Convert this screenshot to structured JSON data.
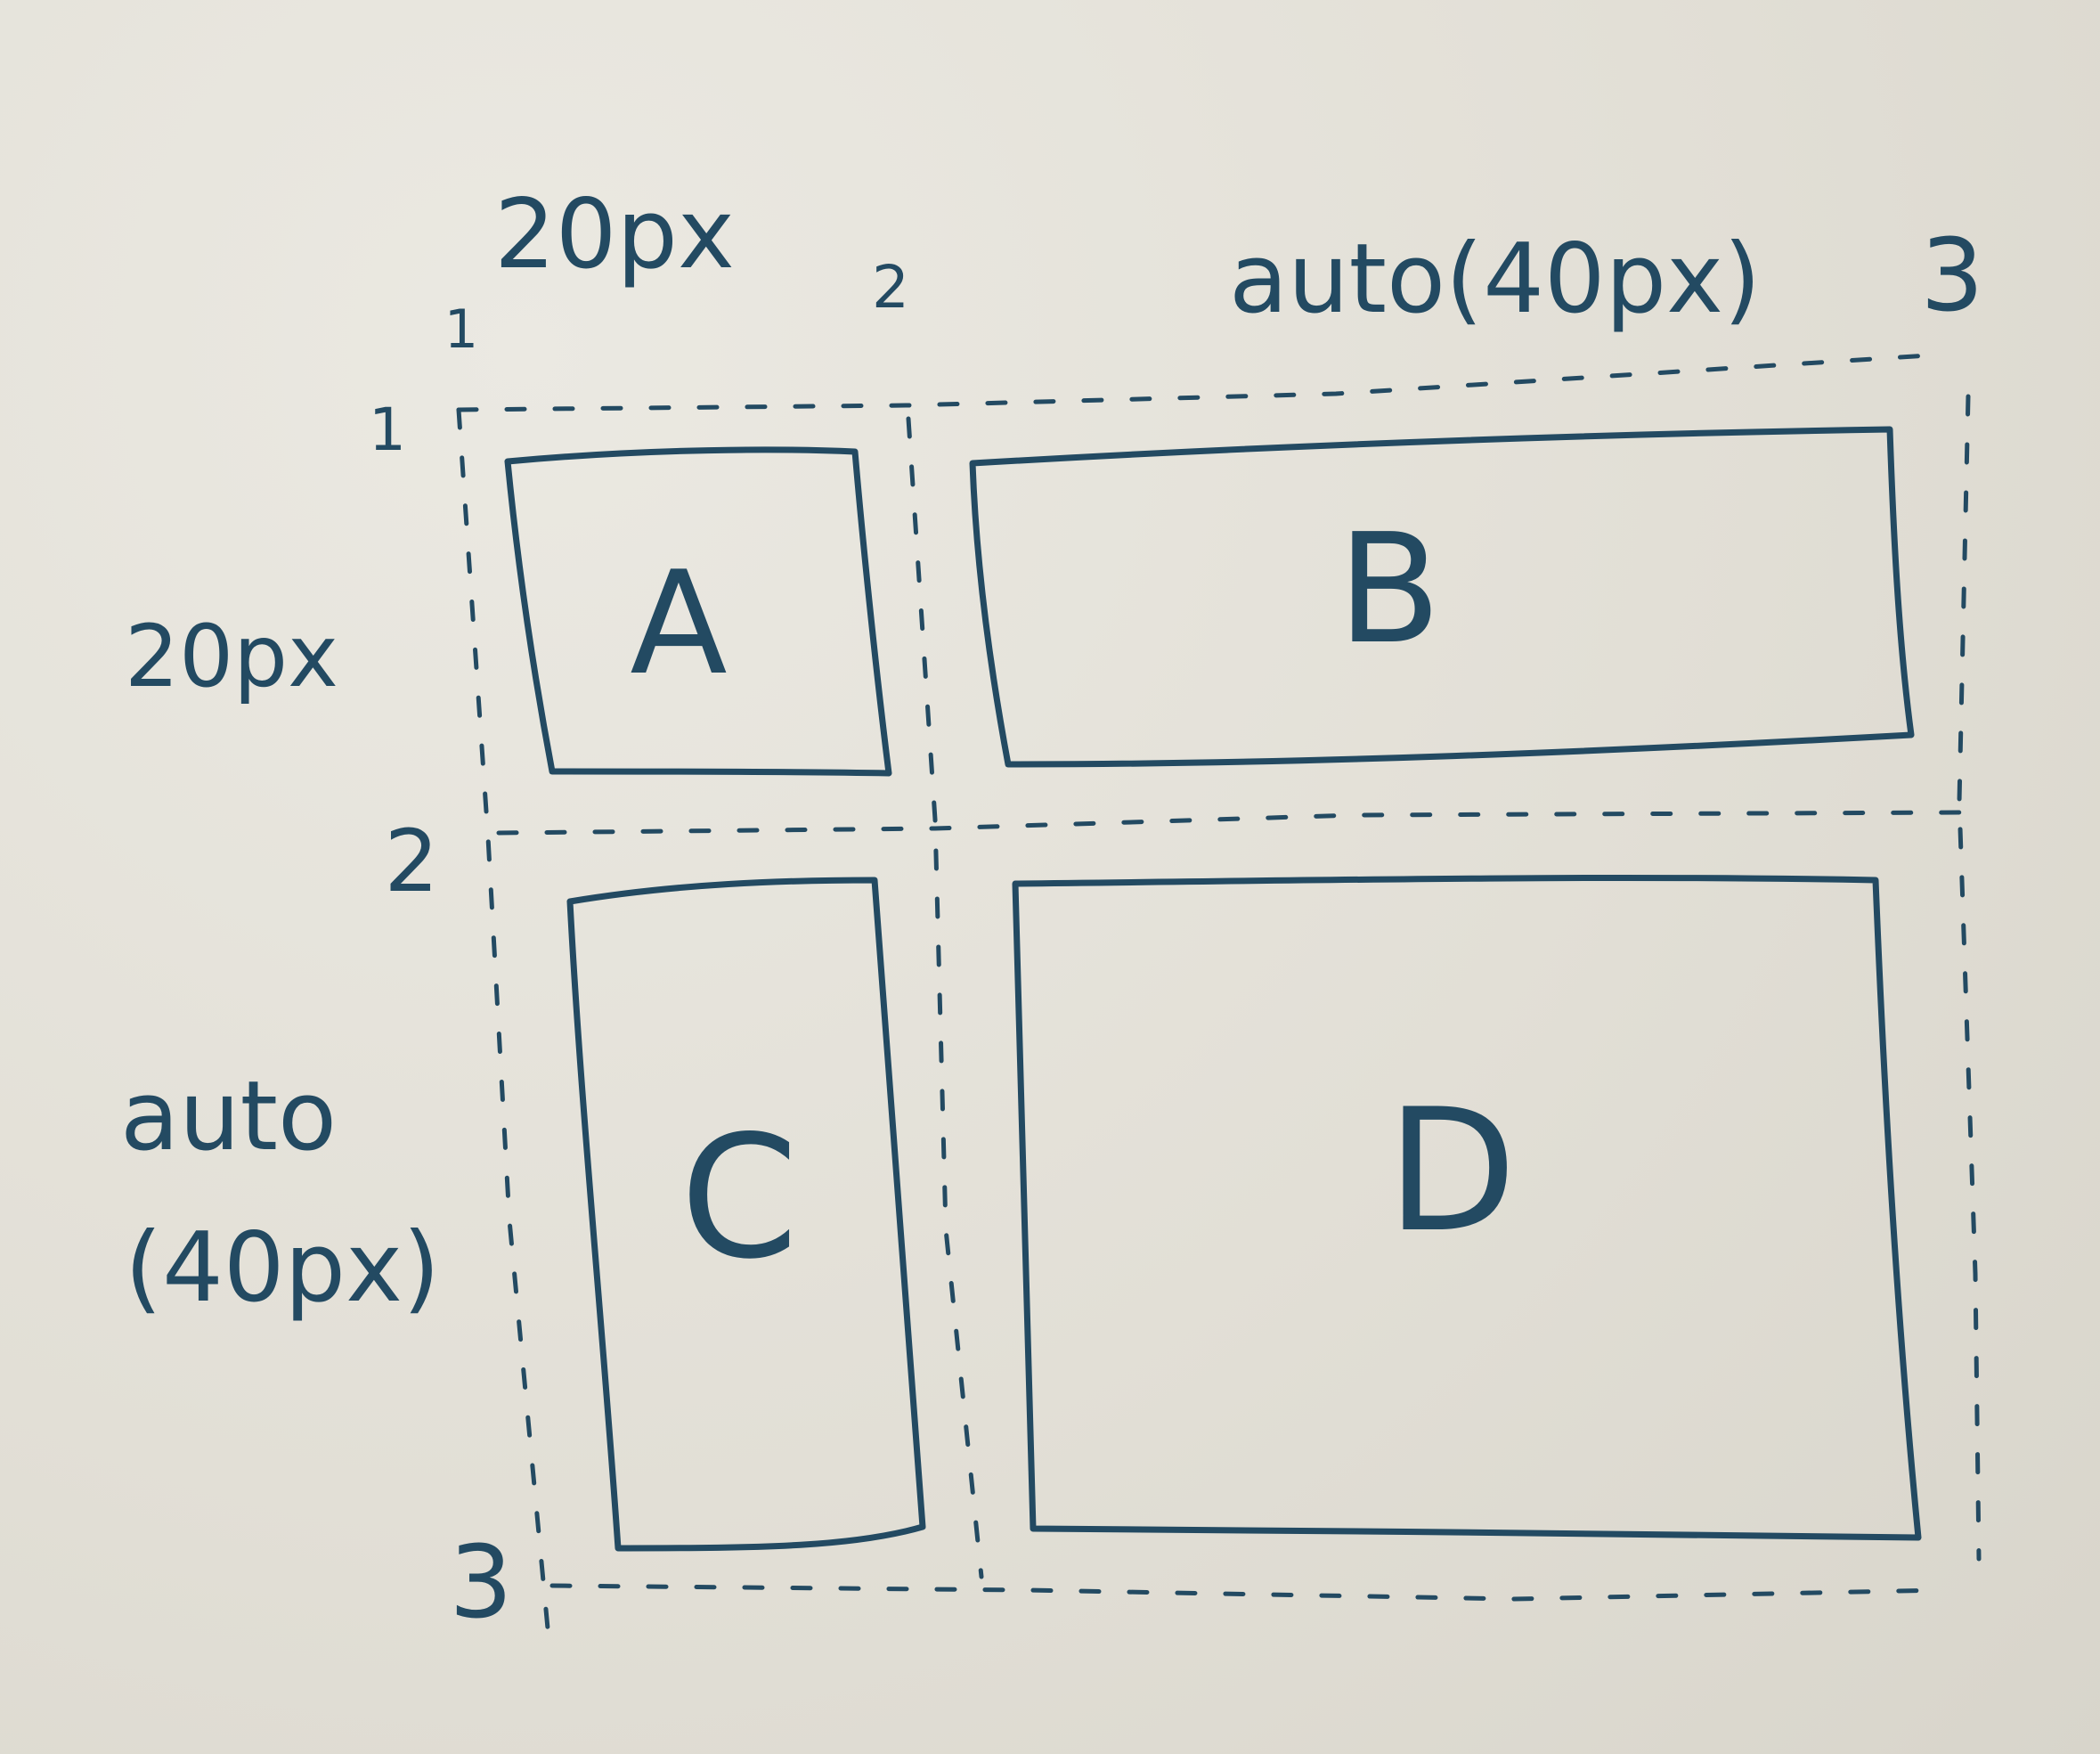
{
  "columns": {
    "track_labels": [
      "20px",
      "auto(40px)"
    ],
    "line_numbers": [
      "1",
      "2",
      "3"
    ]
  },
  "rows": {
    "track_labels": [
      "20px",
      "auto",
      "(40px)"
    ],
    "line_numbers": [
      "1",
      "2",
      "3"
    ]
  },
  "cells": {
    "a": "A",
    "b": "B",
    "c": "C",
    "d": "D"
  },
  "colors": {
    "ink": "#234a62",
    "paper": "#e3e1d9"
  }
}
